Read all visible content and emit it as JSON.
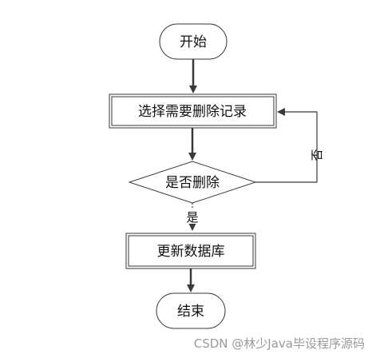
{
  "nodes": {
    "start": "开始",
    "select_record": "选择需要删除记录",
    "decision": "是否删除",
    "update_db": "更新数据库",
    "end": "结束"
  },
  "edges": {
    "no_label": "否",
    "yes_label": "是"
  },
  "watermark": "CSDN @林少Java毕设程序源码"
}
